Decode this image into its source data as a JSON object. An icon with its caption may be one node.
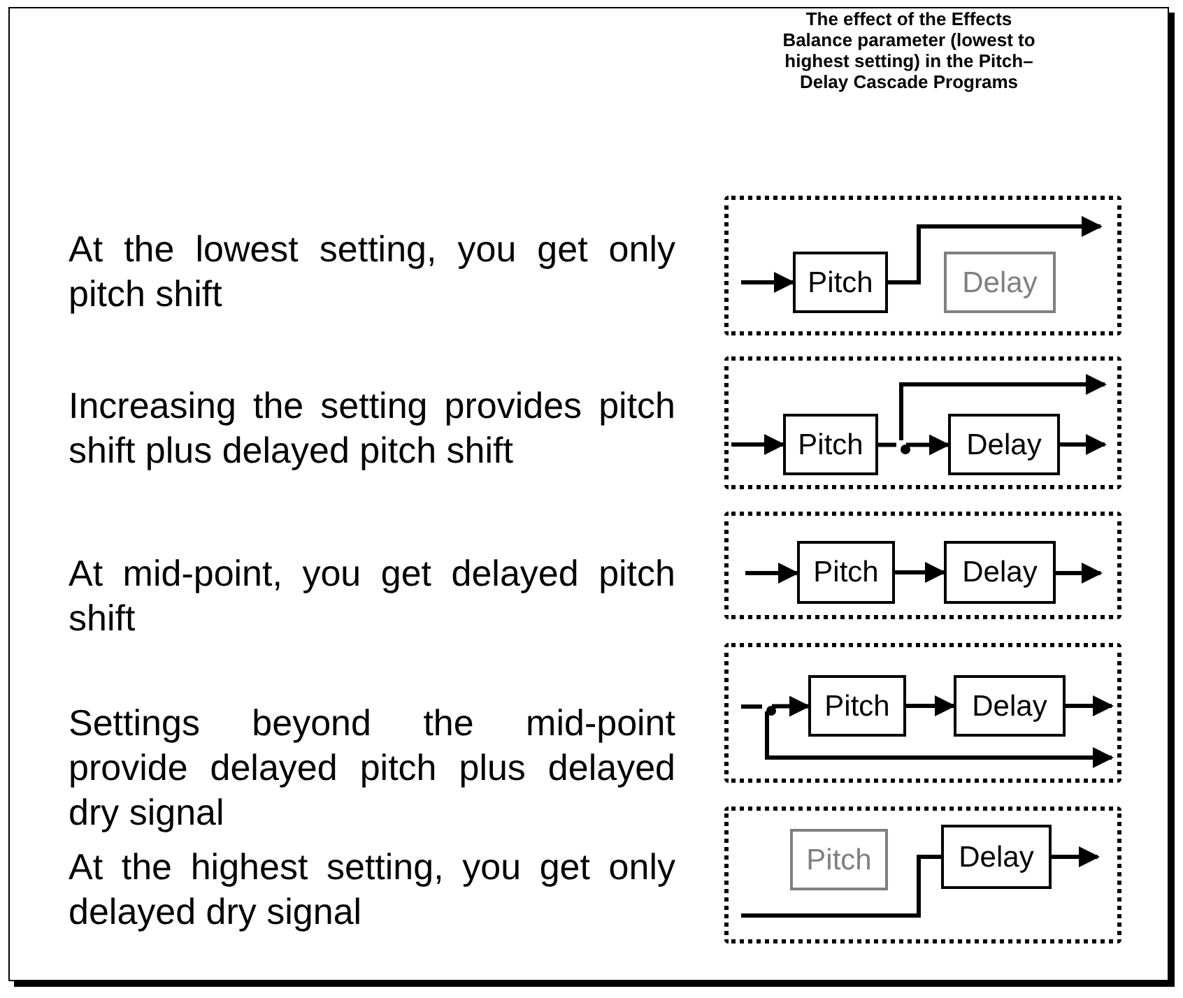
{
  "diagram": {
    "title": "The effect of the Effects Balance parameter (lowest to highest setting) in the Pitch–Delay Cascade Programs",
    "nodes": [
      {
        "text": [],
        "shape": "box"
      },
      {
        "text": [
          "Pitch"
        ],
        "in": 0
      },
      {
        "text": [
          "Delay"
        ],
        "in": 0
      },
      {
        "text": [],
        "shape": "box"
      },
      {
        "text": [
          "Pitch"
        ],
        "in": 3
      },
      {
        "text": [],
        "shape": "circle",
        "in": 3
      },
      {
        "text": [
          "Delay"
        ],
        "in": 3
      },
      {
        "text": [],
        "shape": "box"
      },
      {
        "text": [
          "Pitch"
        ],
        "in": 7
      },
      {
        "text": [
          "Delay"
        ],
        "in": 7
      },
      {
        "text": [],
        "shape": "box"
      },
      {
        "text": [],
        "shape": "circle",
        "in": 10
      },
      {
        "text": [
          "Pitch"
        ],
        "in": 10
      },
      {
        "text": [
          "Delay"
        ],
        "in": 10
      },
      {
        "text": [],
        "shape": "box"
      },
      {
        "text": [
          "Pitch"
        ],
        "in": 14
      },
      {
        "text": [
          "Delay"
        ],
        "in": 14
      }
    ],
    "edges": [
      {
        "from": null,
        "to": 1,
        "arrow": "to"
      },
      {
        "from": 1,
        "to": null,
        "arrow": "to"
      },
      {
        "from": null,
        "to": 4,
        "arrow": "to"
      },
      {
        "from": 4,
        "to": 5,
        "arrow": "none"
      },
      {
        "from": 5,
        "to": 6,
        "arrow": "to"
      },
      {
        "from": 5,
        "to": null,
        "arrow": "to"
      },
      {
        "from": 6,
        "to": null,
        "arrow": "to"
      },
      {
        "from": null,
        "to": 8,
        "arrow": "to"
      },
      {
        "from": 8,
        "to": 9,
        "arrow": "to"
      },
      {
        "from": 9,
        "to": null,
        "arrow": "to"
      },
      {
        "from": null,
        "to": 11,
        "arrow": "none"
      },
      {
        "from": 11,
        "to": 12,
        "arrow": "to"
      },
      {
        "from": 11,
        "to": null,
        "arrow": "to"
      },
      {
        "from": 12,
        "to": 13,
        "arrow": "to"
      },
      {
        "from": 13,
        "to": null,
        "arrow": "to"
      },
      {
        "from": null,
        "to": 16,
        "arrow": "none"
      },
      {
        "from": 16,
        "to": null,
        "arrow": "to"
      }
    ],
    "labels": [
      "At the lowest setting, you get only pitch shift",
      "Increasing the setting provides pitch shift plus delayed pitch shift",
      "At mid-point, you get delayed pitch shift",
      "Settings beyond the mid-point provide delayed pitch plus delayed dry signal",
      "At the highest setting, you get only delayed dry signal"
    ]
  }
}
